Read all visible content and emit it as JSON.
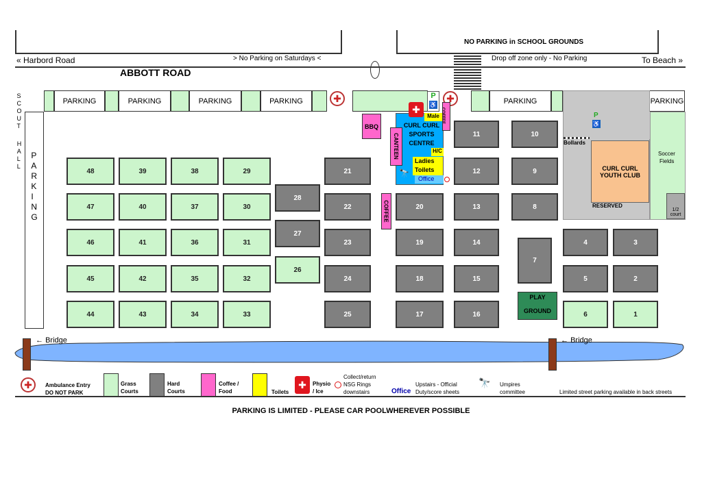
{
  "streets": {
    "harbord": "« Harbord Road",
    "no_parking_saturdays": "> No Parking on Saturdays <",
    "abbott": "ABBOTT ROAD",
    "no_parking_school": "NO PARKING in SCHOOL GROUNDS",
    "drop_off": "Drop off zone only - No Parking",
    "to_beach": "To Beach »"
  },
  "parking_label": "PARKING",
  "parking_vertical": "PARKING",
  "scout": "SCOUT",
  "hall": "HALL",
  "bridge": "Bridge",
  "facilities": {
    "bbq": "BBQ",
    "canteen": "CANTEEN",
    "coffee": "COFFEE",
    "male": "Male",
    "centre_line1": "CURL CURL",
    "centre_line2": "SPORTS",
    "centre_line3": "CENTRE",
    "hc": "H/C",
    "ladies": "Ladies",
    "toilets": "Toilets",
    "office": "Office",
    "bollards": "Bollards",
    "youth_club_1": "CURL CURL",
    "youth_club_2": "YOUTH CLUB",
    "reserved": "RESERVED",
    "soccer_1": "Soccer",
    "soccer_2": "Fields",
    "half_court_1": "1/2",
    "half_court_2": "court",
    "play_1": "PLAY",
    "play_2": "GROUND",
    "p": "P",
    "p_small": "P"
  },
  "courts": [
    {
      "n": "48",
      "t": "grass"
    },
    {
      "n": "39",
      "t": "grass"
    },
    {
      "n": "38",
      "t": "grass"
    },
    {
      "n": "29",
      "t": "grass"
    },
    {
      "n": "47",
      "t": "grass"
    },
    {
      "n": "40",
      "t": "grass"
    },
    {
      "n": "37",
      "t": "grass"
    },
    {
      "n": "30",
      "t": "grass"
    },
    {
      "n": "46",
      "t": "grass"
    },
    {
      "n": "41",
      "t": "grass"
    },
    {
      "n": "36",
      "t": "grass"
    },
    {
      "n": "31",
      "t": "grass"
    },
    {
      "n": "45",
      "t": "grass"
    },
    {
      "n": "42",
      "t": "grass"
    },
    {
      "n": "35",
      "t": "grass"
    },
    {
      "n": "32",
      "t": "grass"
    },
    {
      "n": "44",
      "t": "grass"
    },
    {
      "n": "43",
      "t": "grass"
    },
    {
      "n": "34",
      "t": "grass"
    },
    {
      "n": "33",
      "t": "grass"
    },
    {
      "n": "28",
      "t": "hard"
    },
    {
      "n": "27",
      "t": "hard"
    },
    {
      "n": "26",
      "t": "grass"
    },
    {
      "n": "21",
      "t": "hard"
    },
    {
      "n": "22",
      "t": "hard"
    },
    {
      "n": "23",
      "t": "hard"
    },
    {
      "n": "24",
      "t": "hard"
    },
    {
      "n": "25",
      "t": "hard"
    },
    {
      "n": "20",
      "t": "hard"
    },
    {
      "n": "19",
      "t": "hard"
    },
    {
      "n": "18",
      "t": "hard"
    },
    {
      "n": "17",
      "t": "hard"
    },
    {
      "n": "11",
      "t": "hard"
    },
    {
      "n": "12",
      "t": "hard"
    },
    {
      "n": "13",
      "t": "hard"
    },
    {
      "n": "14",
      "t": "hard"
    },
    {
      "n": "15",
      "t": "hard"
    },
    {
      "n": "16",
      "t": "hard"
    },
    {
      "n": "10",
      "t": "hard"
    },
    {
      "n": "9",
      "t": "hard"
    },
    {
      "n": "8",
      "t": "hard"
    },
    {
      "n": "7",
      "t": "hard"
    },
    {
      "n": "4",
      "t": "hard"
    },
    {
      "n": "3",
      "t": "hard"
    },
    {
      "n": "5",
      "t": "hard"
    },
    {
      "n": "2",
      "t": "hard"
    },
    {
      "n": "6",
      "t": "grass"
    },
    {
      "n": "1",
      "t": "grass"
    }
  ],
  "legend": {
    "ambulance_1": "Ambulance Entry",
    "ambulance_2": "DO NOT PARK",
    "grass_1": "Grass",
    "grass_2": "Courts",
    "hard_1": "Hard",
    "hard_2": "Courts",
    "coffee_1": "Coffee /",
    "coffee_2": "Food",
    "toilets": "Toilets",
    "physio_1": "Physio",
    "physio_2": "/ Ice",
    "collect_1": "Collect/return",
    "collect_2": "NSG Rings",
    "collect_3": "downstairs",
    "office": "Office",
    "upstairs_1": "Upstairs - Official",
    "upstairs_2": "Duty/score sheets",
    "umpires_1": "Umpires",
    "umpires_2": "committee",
    "limited": "Limited street parking available in back streets"
  },
  "footer": "PARKING IS LIMITED - PLEASE CAR POOLWHEREVER POSSIBLE",
  "colors": {
    "grass": "#ccf5cc",
    "hard": "#808080",
    "coffee": "#ff66cc",
    "toilets": "#ffff00",
    "centre": "#00aaff",
    "youth_club": "#f9c28f",
    "water": "#7fb4ff",
    "playground": "#2e8b57"
  },
  "icons": [
    "ambulance-icon",
    "first-aid-icon",
    "wheelchair-icon",
    "umpires-icon",
    "ring-icon"
  ]
}
